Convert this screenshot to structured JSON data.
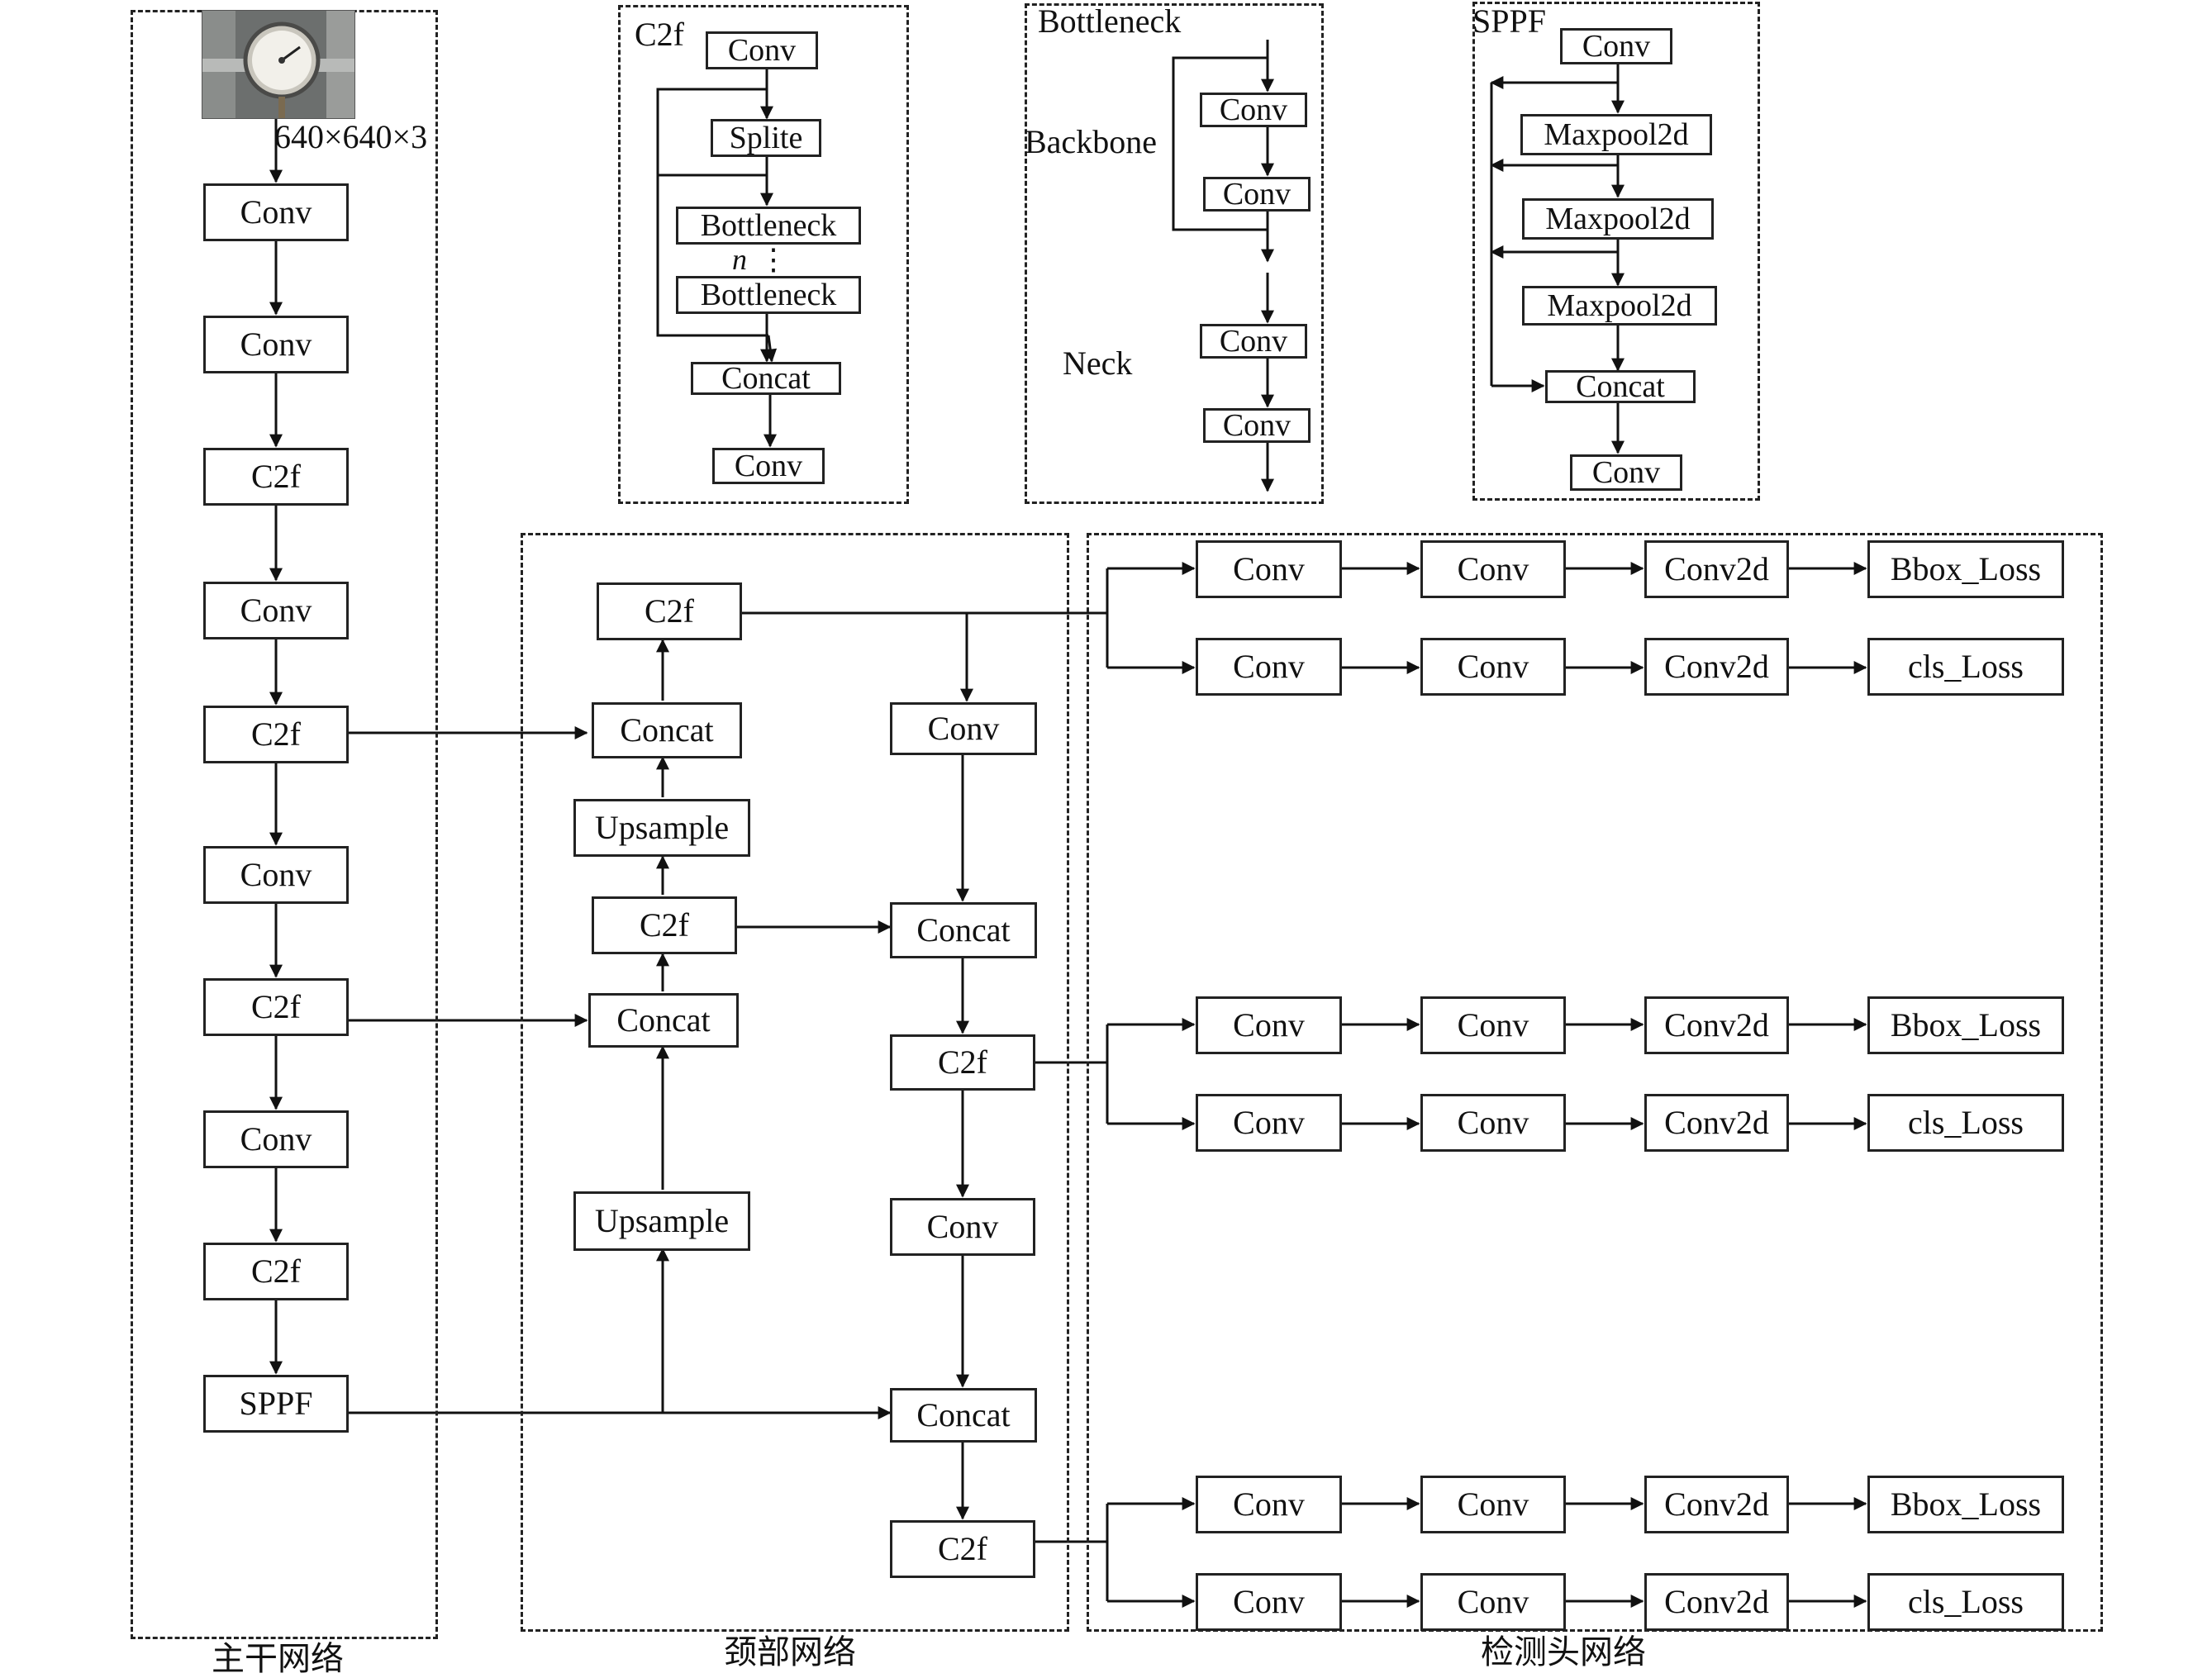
{
  "regions": {
    "backbone_caption": "主干网络",
    "neck_caption": "颈部网络",
    "head_caption": "检测头网络"
  },
  "input": {
    "size_label": "640×640×3",
    "image_icon": "pressure-gauge-photo"
  },
  "backbone": {
    "layers": [
      "Conv",
      "Conv",
      "C2f",
      "Conv",
      "C2f",
      "Conv",
      "C2f",
      "Conv",
      "C2f",
      "SPPF"
    ]
  },
  "c2f_detail": {
    "title": "C2f",
    "conv_top": "Conv",
    "split": "Splite",
    "bottleneck_1": "Bottleneck",
    "repeat": "n",
    "bottleneck_2": "Bottleneck",
    "concat": "Concat",
    "conv_bottom": "Conv"
  },
  "bottleneck_detail": {
    "title": "Bottleneck",
    "backbone_label": "Backbone",
    "neck_label": "Neck",
    "backbone_conv_1": "Conv",
    "backbone_conv_2": "Conv",
    "neck_conv_1": "Conv",
    "neck_conv_2": "Conv"
  },
  "sppf_detail": {
    "title": "SPPF",
    "conv_top": "Conv",
    "maxpool_1": "Maxpool2d",
    "maxpool_2": "Maxpool2d",
    "maxpool_3": "Maxpool2d",
    "concat": "Concat",
    "conv_bottom": "Conv"
  },
  "neck": {
    "c2f_top": "C2f",
    "concat_top": "Concat",
    "upsample_top": "Upsample",
    "c2f_mid": "C2f",
    "concat_mid": "Concat",
    "upsample_low": "Upsample",
    "conv_r1": "Conv",
    "concat_r1": "Concat",
    "c2f_r1": "C2f",
    "conv_r2": "Conv",
    "concat_r2": "Concat",
    "c2f_r2": "C2f"
  },
  "head": {
    "groups": [
      {
        "bbox_row": [
          "Conv",
          "Conv",
          "Conv2d",
          "Bbox_Loss"
        ],
        "cls_row": [
          "Conv",
          "Conv",
          "Conv2d",
          "cls_Loss"
        ]
      },
      {
        "bbox_row": [
          "Conv",
          "Conv",
          "Conv2d",
          "Bbox_Loss"
        ],
        "cls_row": [
          "Conv",
          "Conv",
          "Conv2d",
          "cls_Loss"
        ]
      },
      {
        "bbox_row": [
          "Conv",
          "Conv",
          "Conv2d",
          "Bbox_Loss"
        ],
        "cls_row": [
          "Conv",
          "Conv",
          "Conv2d",
          "cls_Loss"
        ]
      }
    ]
  }
}
